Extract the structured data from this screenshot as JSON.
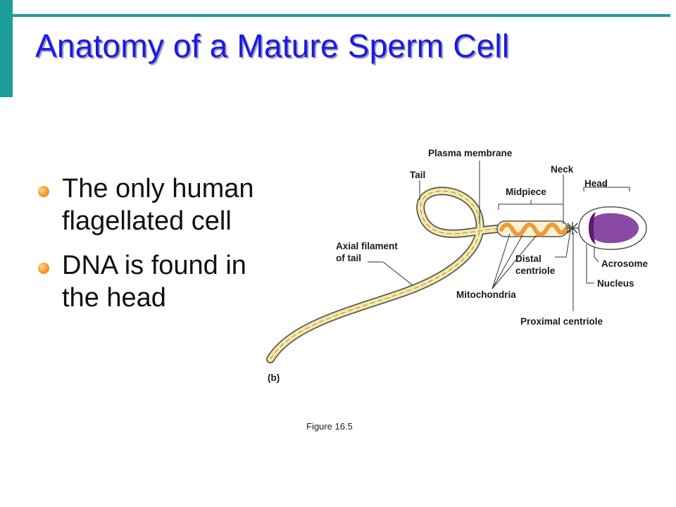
{
  "slide": {
    "title": "Anatomy of a Mature Sperm Cell",
    "bullets": [
      "The only human flagellated cell",
      "DNA is found in the head"
    ],
    "figure_caption": "Figure 16.5"
  },
  "diagram": {
    "panel_label": "(b)",
    "labels": {
      "plasma_membrane": "Plasma membrane",
      "tail": "Tail",
      "neck": "Neck",
      "midpiece": "Midpiece",
      "head": "Head",
      "axial_filament_1": "Axial filament",
      "axial_filament_2": "of tail",
      "distal_centriole_1": "Distal",
      "distal_centriole_2": "centriole",
      "acrosome": "Acrosome",
      "nucleus": "Nucleus",
      "mitochondria": "Mitochondria",
      "proximal_centriole": "Proximal centriole"
    }
  },
  "colors": {
    "accent_teal": "#1e9e9a",
    "title_blue": "#1a1ae6",
    "bullet_orange": "#f39b2b",
    "tail_fill": "#f6e8a8",
    "mitochondria_orange": "#ef9a3c",
    "nucleus_purple": "#8a4aa3",
    "acrosome_purple": "#5b1d6e"
  }
}
